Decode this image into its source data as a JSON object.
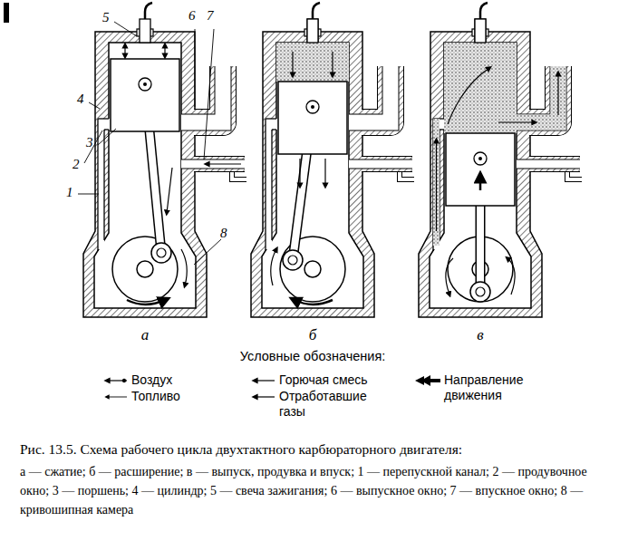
{
  "diagram": {
    "caption": "Рис. 13.5. Схема рабочего цикла двухтактного карбюраторного двигателя:",
    "labels": [
      "5",
      "6",
      "7",
      "4",
      "3",
      "2",
      "1",
      "8",
      "а",
      "б",
      "в",
      "Условные обозначения:",
      "а — сжатие; б — расширение; в — выпуск, продувка и впуск; 1 — перепускной канал; 2 — продувочное окно; 3 — поршень; 4 — цилиндр; 5 — свеча зажигания; 6 — выпускное окно; 7 — впускное окно; 8 — кривошипная камера"
    ],
    "legend": [
      {
        "text": "Воздух"
      },
      {
        "text": "Топливо"
      },
      {
        "text": "Горючая смесь"
      },
      {
        "text": "Отработавшие газы"
      },
      {
        "text": "Направление движения"
      }
    ]
  }
}
